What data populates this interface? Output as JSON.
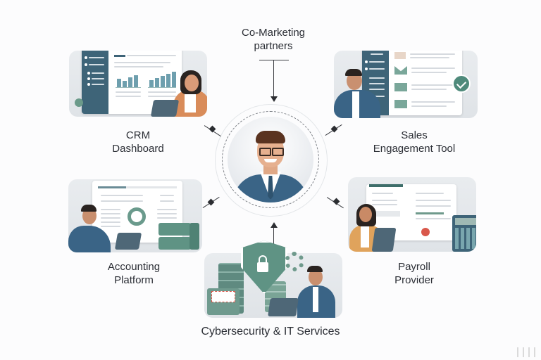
{
  "diagram": {
    "center": {
      "role": "Central professional (hub)",
      "icon": "businessman-avatar"
    },
    "nodes": [
      {
        "id": "co-marketing",
        "label_line1": "Co-Marketing",
        "label_line2": "partners",
        "position": "top"
      },
      {
        "id": "crm",
        "label_line1": "CRM",
        "label_line2": "Dashboard",
        "position": "top-left",
        "icon": "dashboard-bar-chart"
      },
      {
        "id": "sales",
        "label_line1": "Sales",
        "label_line2": "Engagement Tool",
        "position": "top-right",
        "icon": "email-checkmark"
      },
      {
        "id": "accounting",
        "label_line1": "Accounting",
        "label_line2": "Platform",
        "position": "bottom-left",
        "icon": "donut-chart-ledger"
      },
      {
        "id": "payroll",
        "label_line1": "Payroll",
        "label_line2": "Provider",
        "position": "bottom-right",
        "icon": "calculator-document"
      },
      {
        "id": "cyber",
        "label_line1": "Cybersecurity & IT Services",
        "label_line2": "",
        "position": "bottom",
        "icon": "shield-lock-server"
      }
    ],
    "colors": {
      "accent_teal": "#5f9384",
      "navy": "#3e6478",
      "suit_blue": "#3a6486",
      "text": "#2b2e35",
      "background": "#fcfcfd"
    }
  }
}
